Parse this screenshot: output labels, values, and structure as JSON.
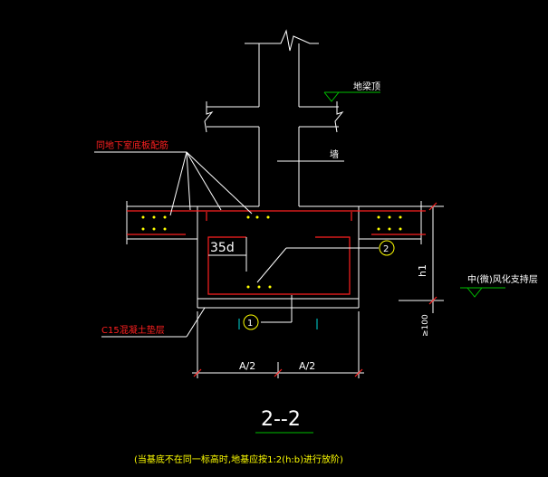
{
  "labels": {
    "beam_top": "地梁顶",
    "same_as_basement": "同地下室底板配筋",
    "wall": "墙",
    "anchor": "35d",
    "bar_2": "2",
    "bar_1": "1",
    "h1": "h1",
    "weathered_rock": "中(微)风化支持层",
    "pad": "C15混凝土垫层",
    "ge100": "≥100",
    "half_a_left": "A/2",
    "half_a_right": "A/2",
    "section_title": "2--2",
    "footnote": "(当基底不在同一标高时,地基应按1:2(h:b)进行放阶)"
  },
  "colors": {
    "white": "#ffffff",
    "red": "#ff2020",
    "yellow": "#ffff00",
    "green": "#00c000",
    "cyan": "#00d8d8"
  }
}
